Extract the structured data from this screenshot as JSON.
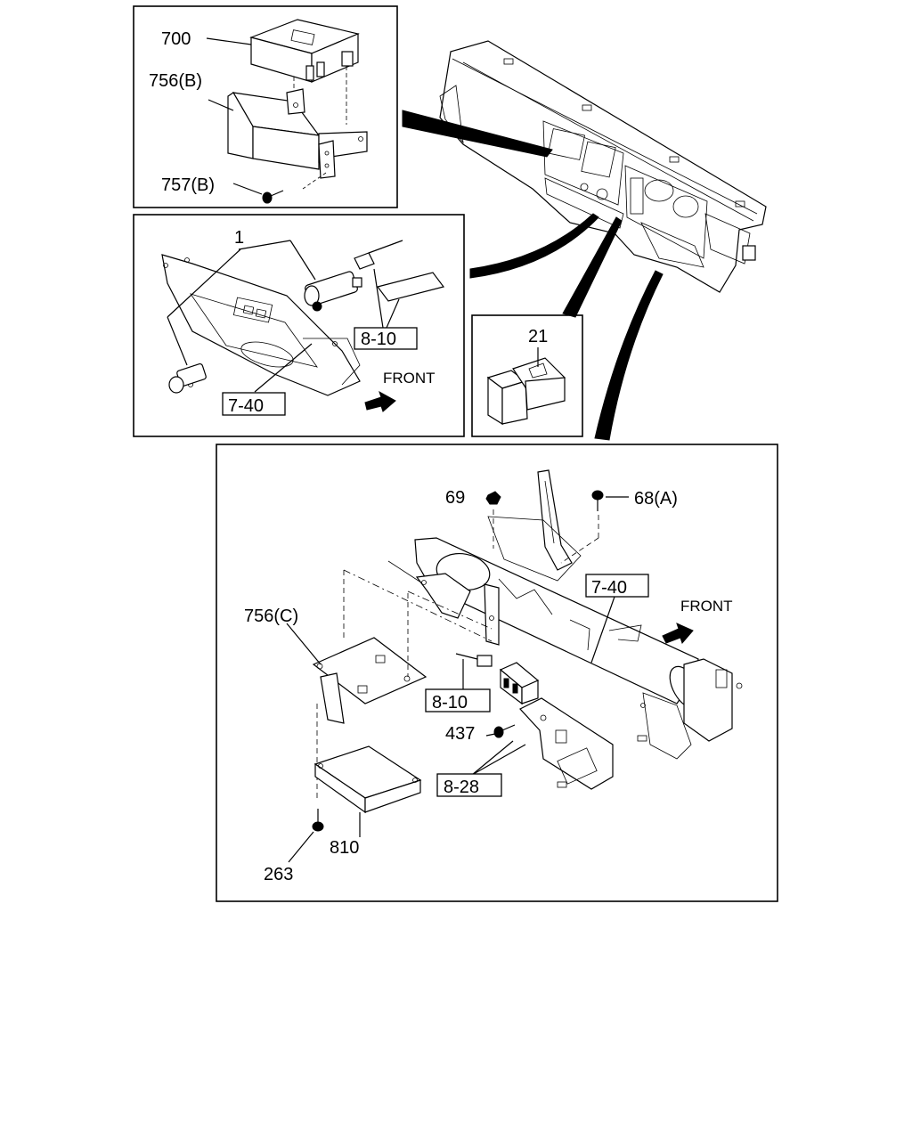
{
  "diagram": {
    "callouts": {
      "p700": "700",
      "p756b": "756(B)",
      "p757b": "757(B)",
      "p1": "1",
      "p21": "21",
      "p69": "69",
      "p68a": "68(A)",
      "p756c": "756(C)",
      "p437": "437",
      "p263": "263",
      "p810": "810"
    },
    "references": {
      "r810a": "8-10",
      "r740a": "7-40",
      "r740b": "7-40",
      "r810b": "8-10",
      "r828": "8-28"
    },
    "front_labels": {
      "front_a": "FRONT",
      "front_b": "FRONT"
    }
  }
}
